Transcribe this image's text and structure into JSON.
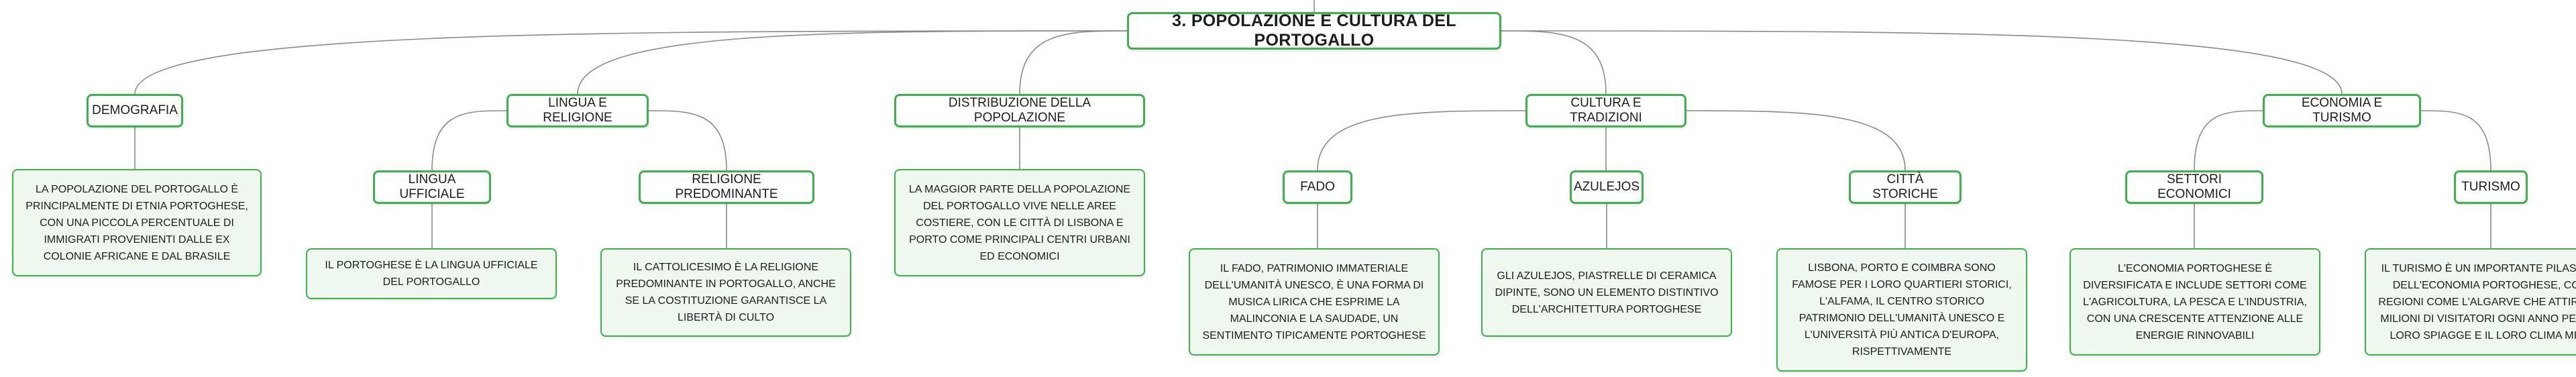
{
  "root": "3. POPOLAZIONE E CULTURA DEL PORTOGALLO",
  "branches": [
    {
      "label": "DEMOGRAFIA",
      "text": "LA POPOLAZIONE DEL PORTOGALLO È PRINCIPALMENTE DI ETNIA PORTOGHESE, CON UNA PICCOLA PERCENTUALE DI IMMIGRATI PROVENIENTI DALLE EX COLONIE AFRICANE E DAL BRASILE"
    },
    {
      "label": "LINGUA E RELIGIONE",
      "children": [
        {
          "label": "LINGUA UFFICIALE",
          "text": "IL PORTOGHESE È LA LINGUA UFFICIALE DEL PORTOGALLO"
        },
        {
          "label": "RELIGIONE PREDOMINANTE",
          "text": "IL CATTOLICESIMO È LA RELIGIONE PREDOMINANTE IN PORTOGALLO, ANCHE SE LA COSTITUZIONE GARANTISCE LA LIBERTÀ DI CULTO"
        }
      ]
    },
    {
      "label": "DISTRIBUZIONE DELLA POPOLAZIONE",
      "text": "LA MAGGIOR PARTE DELLA POPOLAZIONE DEL PORTOGALLO VIVE NELLE AREE COSTIERE, CON LE CITTÀ DI LISBONA E PORTO COME PRINCIPALI CENTRI URBANI ED ECONOMICI"
    },
    {
      "label": "CULTURA E TRADIZIONI",
      "children": [
        {
          "label": "FADO",
          "text": "IL FADO, PATRIMONIO IMMATERIALE DELL'UMANITÀ UNESCO, È UNA FORMA DI MUSICA LIRICA CHE ESPRIME LA MALINCONIA E LA SAUDADE, UN SENTIMENTO TIPICAMENTE PORTOGHESE"
        },
        {
          "label": "AZULEJOS",
          "text": "GLI AZULEJOS, PIASTRELLE DI CERAMICA DIPINTE, SONO UN ELEMENTO DISTINTIVO DELL'ARCHITETTURA PORTOGHESE"
        },
        {
          "label": "CITTÀ STORICHE",
          "text": "LISBONA, PORTO E COIMBRA SONO FAMOSE PER I LORO QUARTIERI STORICI, L'ALFAMA, IL CENTRO STORICO PATRIMONIO DELL'UMANITÀ UNESCO E L'UNIVERSITÀ PIÙ ANTICA D'EUROPA, RISPETTIVAMENTE"
        }
      ]
    },
    {
      "label": "ECONOMIA E TURISMO",
      "children": [
        {
          "label": "SETTORI ECONOMICI",
          "text": "L'ECONOMIA PORTOGHESE È DIVERSIFICATA E INCLUDE SETTORI COME L'AGRICOLTURA, LA PESCA E L'INDUSTRIA, CON UNA CRESCENTE ATTENZIONE ALLE ENERGIE RINNOVABILI"
        },
        {
          "label": "TURISMO",
          "text": "IL TURISMO È UN IMPORTANTE PILASTRO DELL'ECONOMIA PORTOGHESE, CON REGIONI COME L'ALGARVE CHE ATTIRANO MILIONI DI VISITATORI OGNI ANNO PER LE LORO SPIAGGE E IL LORO CLIMA MITE"
        }
      ]
    }
  ],
  "colors": {
    "border": "#3cb34a",
    "desc_fill": "#eef8ef",
    "line": "#8a8a8a"
  }
}
